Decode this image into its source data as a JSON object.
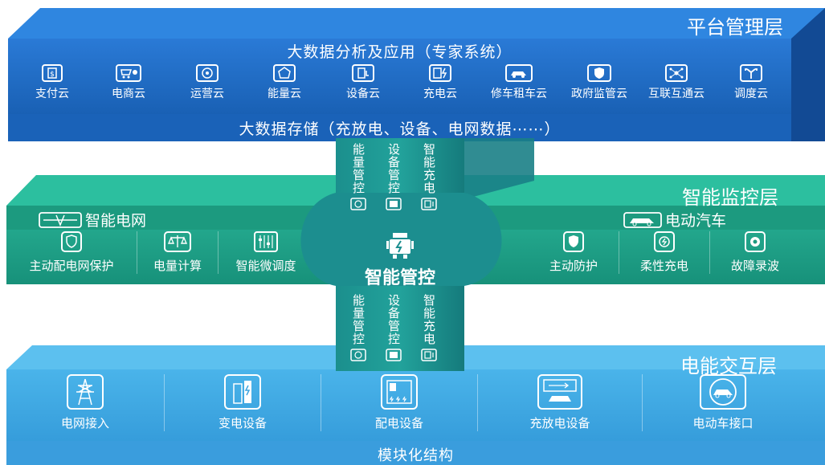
{
  "platform": {
    "layer_title": "平台管理层",
    "bigdata_title": "大数据分析及应用（专家系统）",
    "clouds": [
      {
        "label": "支付云",
        "icon": "payment-icon"
      },
      {
        "label": "电商云",
        "icon": "ecommerce-icon"
      },
      {
        "label": "运营云",
        "icon": "operations-icon"
      },
      {
        "label": "能量云",
        "icon": "energy-icon"
      },
      {
        "label": "设备云",
        "icon": "device-icon"
      },
      {
        "label": "充电云",
        "icon": "charging-icon"
      },
      {
        "label": "修车租车云",
        "icon": "car-rental-icon"
      },
      {
        "label": "政府监管云",
        "icon": "government-shield-icon"
      },
      {
        "label": "互联互通云",
        "icon": "network-icon"
      },
      {
        "label": "调度云",
        "icon": "dispatch-icon"
      }
    ],
    "storage_title": "大数据存储（充放电、设备、电网数据⋯⋯）"
  },
  "monitor": {
    "layer_title": "智能监控层",
    "grid_title": "智能电网",
    "grid_items": [
      {
        "label": "主动配电网保护",
        "icon": "grid-protection-icon"
      },
      {
        "label": "电量计算",
        "icon": "scale-icon"
      },
      {
        "label": "智能微调度",
        "icon": "dispatch-panel-icon"
      }
    ],
    "ev_title": "电动汽车",
    "ev_items": [
      {
        "label": "主动防护",
        "icon": "shield-icon"
      },
      {
        "label": "柔性充电",
        "icon": "flexible-charging-icon"
      },
      {
        "label": "故障录波",
        "icon": "fault-record-icon"
      }
    ]
  },
  "center": {
    "label": "智能管控",
    "upper_columns": [
      "能量管控",
      "设备管控",
      "智能充电"
    ],
    "lower_columns": [
      "能量管控",
      "设备管控",
      "智能充电"
    ]
  },
  "energy": {
    "layer_title": "电能交互层",
    "items": [
      {
        "label": "电网接入",
        "icon": "power-tower-icon"
      },
      {
        "label": "变电设备",
        "icon": "transformer-icon"
      },
      {
        "label": "配电设备",
        "icon": "distribution-cabinet-icon"
      },
      {
        "label": "充放电设备",
        "icon": "charging-station-icon"
      },
      {
        "label": "电动车接口",
        "icon": "ev-interface-icon"
      }
    ],
    "bottom_title": "模块化结构"
  },
  "colors": {
    "platform": "#1a5fb4",
    "platform_dark": "#0e3f85",
    "monitor": "#1f9e84",
    "monitor_dark": "#0f6f60",
    "energy": "#3fa4df",
    "energy_dark": "#1d76b4",
    "center": "#1a8a8a"
  }
}
